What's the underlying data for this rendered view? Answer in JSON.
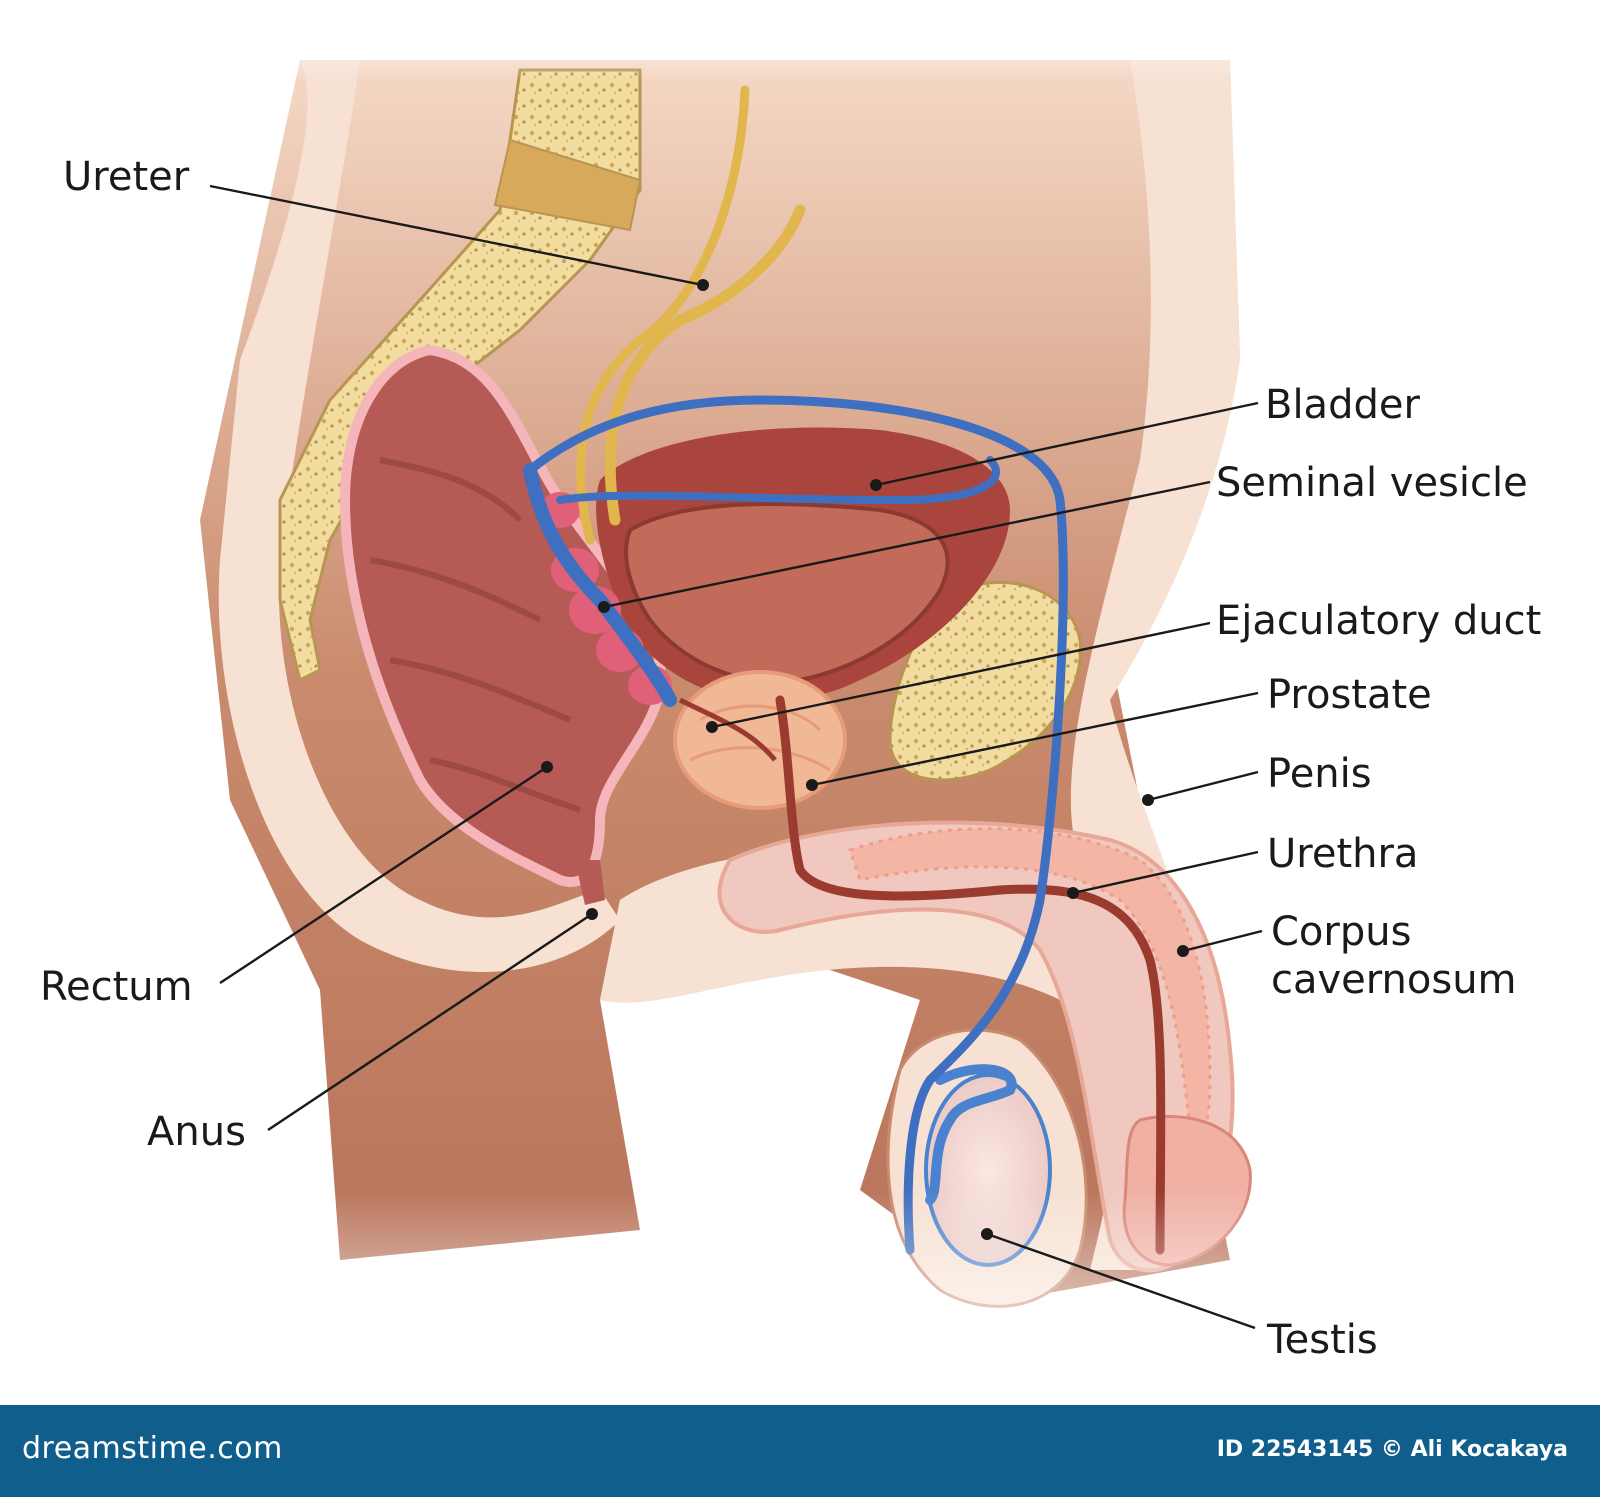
{
  "labels": {
    "ureter": "Ureter",
    "bladder": "Bladder",
    "seminal_vesicle": "Seminal vesicle",
    "ejaculatory_duct": "Ejaculatory duct",
    "prostate": "Prostate",
    "penis": "Penis",
    "urethra": "Urethra",
    "corpus_line1": "Corpus",
    "corpus_line2": "cavernosum",
    "rectum": "Rectum",
    "anus": "Anus",
    "testis": "Testis"
  },
  "footer": {
    "brand": "dreamstime.com",
    "credit": "ID 22543145 © Ali Kocakaya"
  },
  "colors": {
    "footer_bg": "#0f5e8c",
    "skin": "#f7e1d3",
    "tissue_shadow": "#a8614a",
    "bone": "#f2dca0",
    "rectum": "#b55a55",
    "bladder": "#a9453c",
    "prostate": "#f1b896",
    "vas_deferens": "#3f6fc0",
    "ureter": "#e1b74d",
    "corpus": "#f3b5a4",
    "urethra": "#9b3a2e"
  }
}
